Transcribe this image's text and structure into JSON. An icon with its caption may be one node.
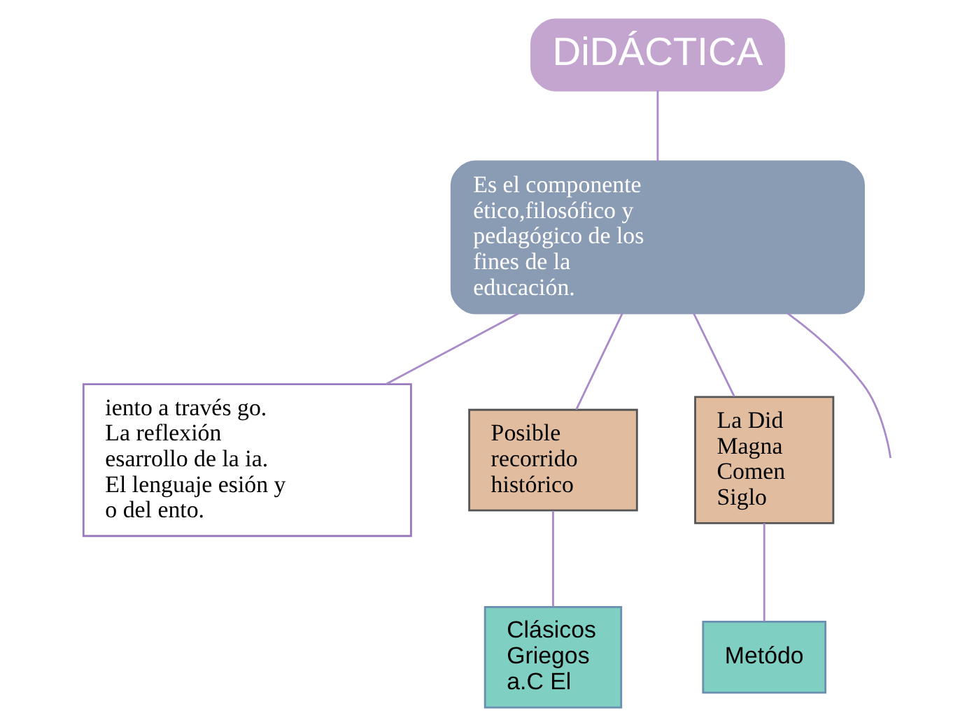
{
  "diagram": {
    "nodes": [
      {
        "text": [
          "DiDÁCTICA"
        ]
      },
      {
        "text": [
          "Es el componente ético,filosófico y pedagógico de los fines de la educación."
        ]
      },
      {
        "text": [
          "iento a través go. La reflexión esarrollo de la ia. El lenguaje esión y o del ento."
        ]
      },
      {
        "text": [
          "Posible recorrido histórico"
        ]
      },
      {
        "text": [
          "Clásicos Griegos a.C El"
        ]
      },
      {
        "text": [
          "La Did Magna Comen Siglo"
        ]
      },
      {
        "text": [
          "Metódo"
        ]
      }
    ],
    "edges": [
      {
        "from": 0,
        "to": 1,
        "arrow": "none"
      },
      {
        "from": 1,
        "to": null,
        "arrow": "none"
      },
      {
        "from": 1,
        "to": 2,
        "arrow": "none"
      },
      {
        "from": 1,
        "to": 3,
        "arrow": "none"
      },
      {
        "from": 1,
        "to": 5,
        "arrow": "none"
      },
      {
        "from": 3,
        "to": 4,
        "arrow": "none"
      },
      {
        "from": 5,
        "to": 6,
        "arrow": "none"
      }
    ]
  }
}
